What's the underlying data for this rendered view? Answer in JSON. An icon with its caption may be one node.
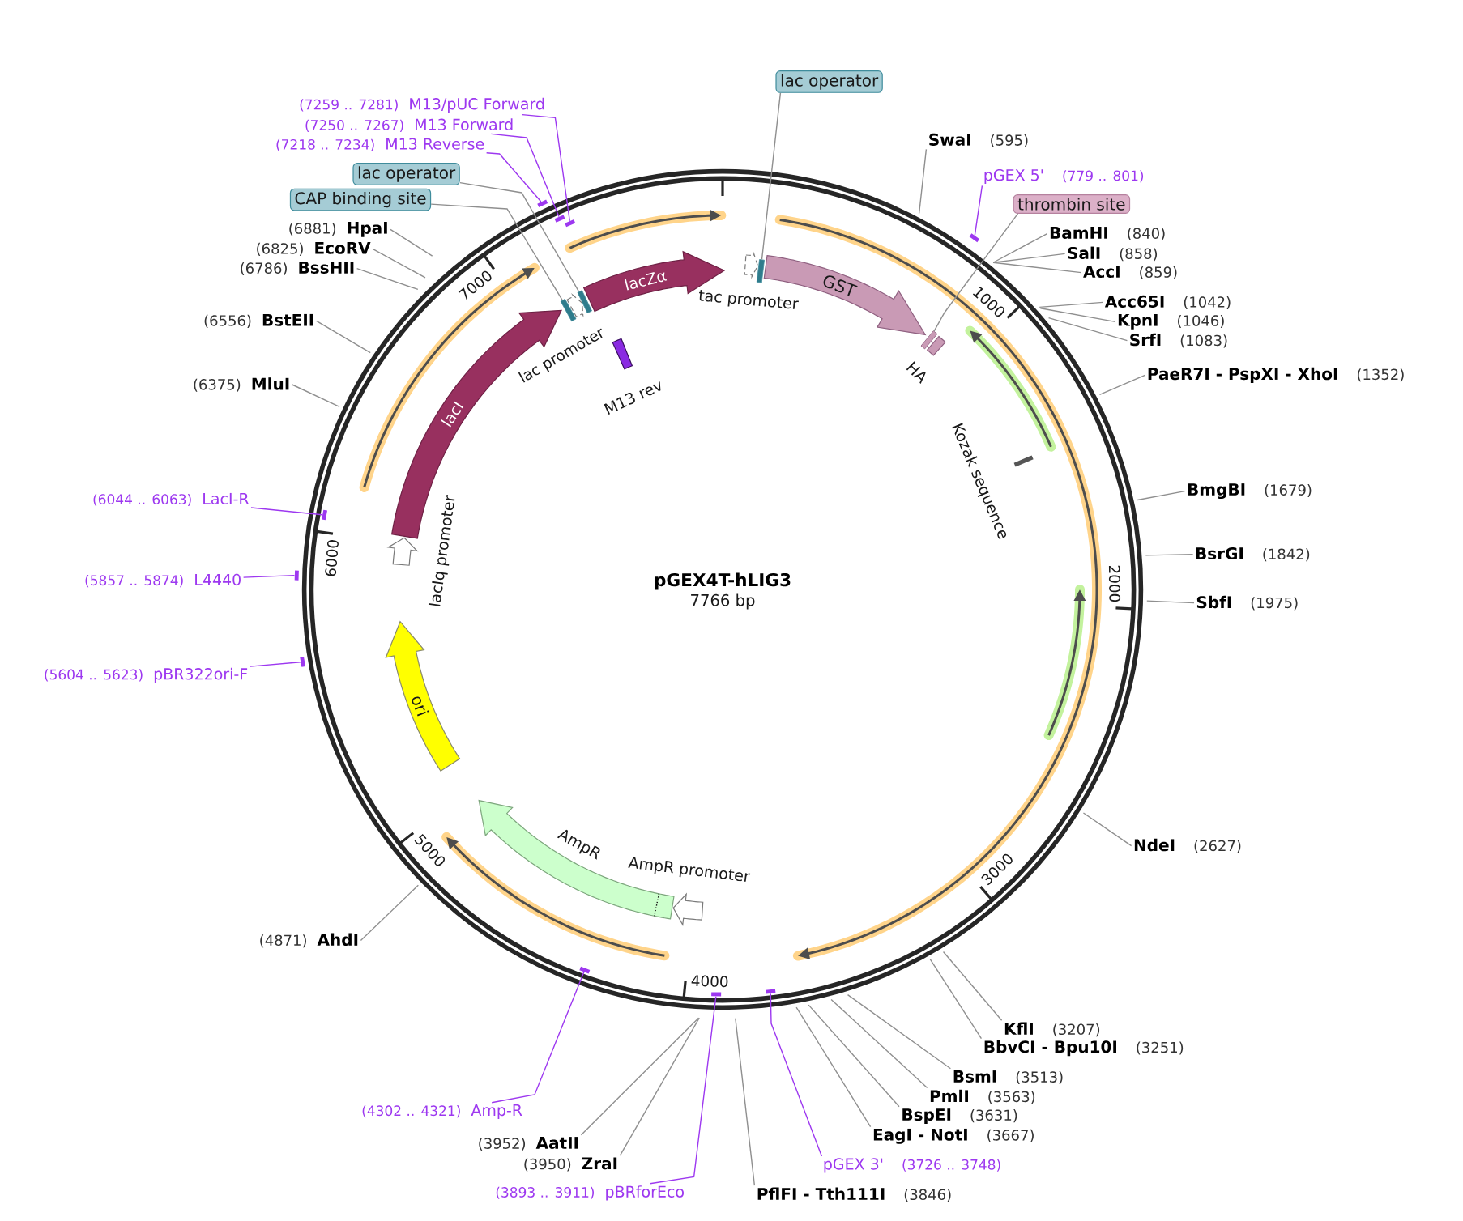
{
  "diagram": {
    "title": "pGEX4T-hLIG3",
    "nodes": [
      {
        "text": [
          "lac operator"
        ]
      },
      {
        "text": [],
        "shape": "bar"
      },
      {
        "text": [
          "thrombin site"
        ]
      },
      {
        "text": [],
        "shape": "bar"
      },
      {
        "text": [
          "lac operator"
        ]
      },
      {
        "text": [],
        "shape": "bar"
      },
      {
        "text": [
          "CAP binding site"
        ]
      },
      {
        "text": [],
        "shape": "bar"
      },
      {
        "text": [
          "(7259 .. 7281)",
          "M13/pUC Forward"
        ]
      },
      {
        "text": [],
        "shape": "bar"
      },
      {
        "text": [
          "(7250 .. 7267)",
          "M13 Forward"
        ]
      },
      {
        "text": [],
        "shape": "bar"
      },
      {
        "text": [
          "(7218 .. 7234)",
          "M13 Reverse"
        ]
      },
      {
        "text": [],
        "shape": "bar"
      },
      {
        "text": [
          "pGEX 5'",
          "(779 .. 801)"
        ]
      },
      {
        "text": [],
        "shape": "bar"
      },
      {
        "text": [
          "(6044 .. 6063)",
          "LacI-R"
        ]
      },
      {
        "text": [],
        "shape": "bar"
      },
      {
        "text": [
          "(5857 .. 5874)",
          "L4440"
        ]
      },
      {
        "text": [],
        "shape": "bar"
      },
      {
        "text": [
          "(5604 .. 5623)",
          "pBR322ori-F"
        ]
      },
      {
        "text": [],
        "shape": "bar"
      },
      {
        "text": [
          "(4302 .. 4321)",
          "Amp-R"
        ]
      },
      {
        "text": [],
        "shape": "bar"
      },
      {
        "text": [
          "pGEX 3'",
          "(3726 .. 3748)"
        ]
      },
      {
        "text": [],
        "shape": "bar"
      },
      {
        "text": [
          "(3893 .. 3911)",
          "pBRforEco"
        ]
      },
      {
        "text": [],
        "shape": "bar"
      },
      {
        "text": [
          "SwaI",
          "(595)"
        ]
      },
      {
        "text": [
          "BamHI",
          "(840)"
        ]
      },
      {
        "text": [
          "SalI",
          "(858)"
        ]
      },
      {
        "text": [
          "AccI",
          "(859)"
        ]
      },
      {
        "text": [
          "Acc65I",
          "(1042)"
        ]
      },
      {
        "text": [
          "KpnI",
          "(1046)"
        ]
      },
      {
        "text": [
          "SrfI",
          "(1083)"
        ]
      },
      {
        "text": [
          "PaeR7I - PspXI - XhoI",
          "(1352)"
        ]
      },
      {
        "text": [
          "BmgBI",
          "(1679)"
        ]
      },
      {
        "text": [
          "BsrGI",
          "(1842)"
        ]
      },
      {
        "text": [
          "SbfI",
          "(1975)"
        ]
      },
      {
        "text": [
          "NdeI",
          "(2627)"
        ]
      },
      {
        "text": [
          "KflI",
          "(3207)"
        ]
      },
      {
        "text": [
          "BbvCI - Bpu10I",
          "(3251)"
        ]
      },
      {
        "text": [
          "BsmI",
          "(3513)"
        ]
      },
      {
        "text": [
          "PmlI",
          "(3563)"
        ]
      },
      {
        "text": [
          "BspEI",
          "(3631)"
        ]
      },
      {
        "text": [
          "EagI - NotI",
          "(3667)"
        ]
      },
      {
        "text": [
          "PflFI - Tth111I",
          "(3846)"
        ]
      },
      {
        "text": [
          "(3950)",
          "ZraI"
        ]
      },
      {
        "text": [
          "(3952)",
          "AatII"
        ]
      },
      {
        "text": [
          "(4871)",
          "AhdI"
        ]
      },
      {
        "text": [
          "(6375)",
          "MluI"
        ]
      },
      {
        "text": [
          "(6556)",
          "BstEII"
        ]
      },
      {
        "text": [
          "(6786)",
          "BssHII"
        ]
      },
      {
        "text": [
          "(6825)",
          "EcoRV"
        ]
      },
      {
        "text": [
          "(6881)",
          "HpaI"
        ]
      },
      {
        "text": [
          "lacZα"
        ]
      },
      {
        "text": [
          "tac promoter"
        ]
      },
      {
        "text": [
          "GST"
        ]
      },
      {
        "text": [
          "HA"
        ]
      },
      {
        "text": [
          "Kozak sequence"
        ]
      },
      {
        "text": [
          "AmpR promoter"
        ]
      },
      {
        "text": [
          "AmpR"
        ]
      },
      {
        "text": [
          "ori"
        ]
      },
      {
        "text": [
          "lacIq promoter"
        ]
      },
      {
        "text": [
          "lacI"
        ]
      },
      {
        "text": [
          "lac promoter"
        ]
      },
      {
        "text": [
          "M13 rev"
        ]
      }
    ],
    "edges": [
      {
        "from": 0,
        "to": 1,
        "arrow": "none"
      },
      {
        "from": 2,
        "to": 3,
        "arrow": "none"
      },
      {
        "from": 4,
        "to": 5,
        "arrow": "none"
      },
      {
        "from": 6,
        "to": 7,
        "arrow": "none"
      },
      {
        "from": 8,
        "to": 9,
        "arrow": "none",
        "color": "#9d38f0"
      },
      {
        "from": 10,
        "to": 11,
        "arrow": "none",
        "color": "#9d38f0"
      },
      {
        "from": 12,
        "to": 13,
        "arrow": "none",
        "color": "#9d38f0"
      },
      {
        "from": 14,
        "to": 15,
        "arrow": "none",
        "color": "#9d38f0"
      },
      {
        "from": 16,
        "to": 17,
        "arrow": "none",
        "color": "#9d38f0"
      },
      {
        "from": 18,
        "to": 19,
        "arrow": "none",
        "color": "#9d38f0"
      },
      {
        "from": 20,
        "to": 21,
        "arrow": "none",
        "color": "#9d38f0"
      },
      {
        "from": 22,
        "to": 23,
        "arrow": "none",
        "color": "#9d38f0"
      },
      {
        "from": 24,
        "to": 25,
        "arrow": "none",
        "color": "#9d38f0"
      },
      {
        "from": 26,
        "to": 27,
        "arrow": "none",
        "color": "#9d38f0"
      },
      {
        "from": 28,
        "to": null,
        "arrow": "none"
      },
      {
        "from": 29,
        "to": null,
        "arrow": "none"
      },
      {
        "from": 30,
        "to": null,
        "arrow": "none"
      },
      {
        "from": 31,
        "to": null,
        "arrow": "none"
      },
      {
        "from": 32,
        "to": null,
        "arrow": "none"
      },
      {
        "from": 33,
        "to": null,
        "arrow": "none"
      },
      {
        "from": 34,
        "to": null,
        "arrow": "none"
      },
      {
        "from": 35,
        "to": null,
        "arrow": "none"
      },
      {
        "from": 36,
        "to": null,
        "arrow": "none"
      },
      {
        "from": 37,
        "to": null,
        "arrow": "none"
      },
      {
        "from": 38,
        "to": null,
        "arrow": "none"
      },
      {
        "from": 39,
        "to": null,
        "arrow": "none"
      },
      {
        "from": 40,
        "to": null,
        "arrow": "none"
      },
      {
        "from": 41,
        "to": null,
        "arrow": "none"
      },
      {
        "from": 42,
        "to": null,
        "arrow": "none"
      },
      {
        "from": 43,
        "to": null,
        "arrow": "none"
      },
      {
        "from": 44,
        "to": null,
        "arrow": "none"
      },
      {
        "from": 45,
        "to": null,
        "arrow": "none"
      },
      {
        "from": 46,
        "to": null,
        "arrow": "none"
      },
      {
        "from": 47,
        "to": null,
        "arrow": "none"
      },
      {
        "from": 48,
        "to": null,
        "arrow": "none"
      },
      {
        "from": 49,
        "to": null,
        "arrow": "none"
      },
      {
        "from": 50,
        "to": null,
        "arrow": "none"
      },
      {
        "from": 51,
        "to": null,
        "arrow": "none"
      },
      {
        "from": 52,
        "to": null,
        "arrow": "none"
      },
      {
        "from": 53,
        "to": null,
        "arrow": "none"
      },
      {
        "from": 54,
        "to": null,
        "arrow": "none"
      }
    ],
    "labels": [
      "7766 bp",
      "1000",
      "2000",
      "3000",
      "4000",
      "5000",
      "6000",
      "7000"
    ]
  }
}
